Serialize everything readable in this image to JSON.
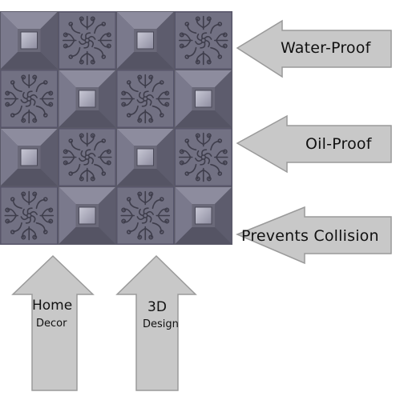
{
  "features": {
    "water_proof": "Water-Proof",
    "oil_proof": "Oil-Proof",
    "prevents_collision": "Prevents Collision"
  },
  "badges": {
    "home_line1": "Home",
    "home_line2": "Decor",
    "design_line1": "3D",
    "design_line2": "Design"
  },
  "colors": {
    "tile_base": "#6f6e80",
    "tile_light": "#a8a7b8",
    "tile_dark": "#4a4958",
    "arrow_fill": "#c8c8c8",
    "arrow_stroke": "#9a9a9a",
    "text": "#111111"
  },
  "tile_pattern": [
    "square",
    "floral",
    "square",
    "floral",
    "floral",
    "square",
    "floral",
    "square",
    "square",
    "floral",
    "square",
    "floral",
    "floral",
    "square",
    "floral",
    "square"
  ]
}
